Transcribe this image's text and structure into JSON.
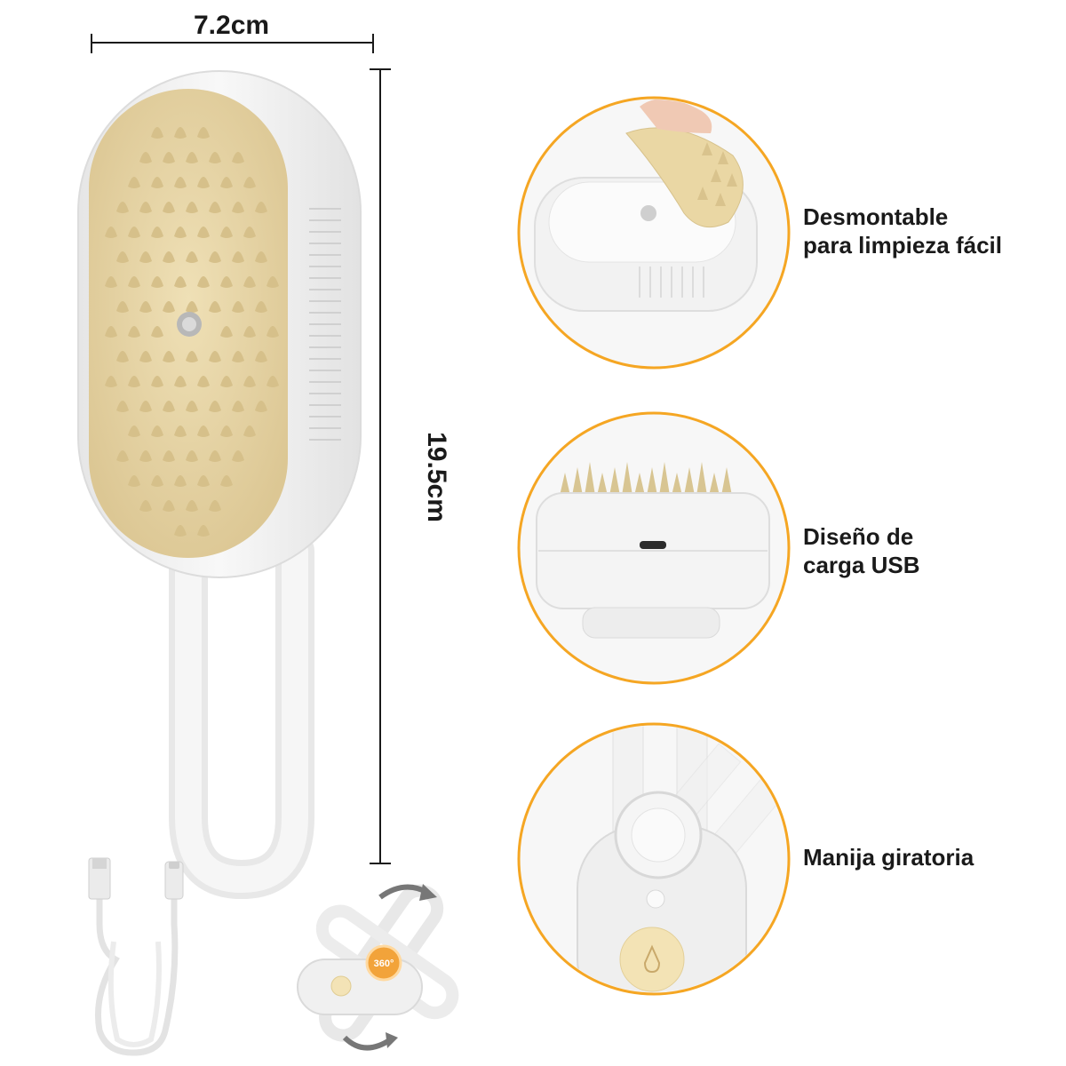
{
  "dimensions": {
    "width": "7.2cm",
    "height": "19.5cm"
  },
  "features": [
    {
      "line1": "Desmontable",
      "line2": "para limpieza fácil",
      "icon": "detachable-pad-icon"
    },
    {
      "line1": "Diseño de",
      "line2": "carga USB",
      "icon": "usb-port-icon"
    },
    {
      "line1": "Manija giratoria",
      "line2": "",
      "icon": "rotating-handle-icon"
    }
  ],
  "rotation_badge": "360°",
  "colors": {
    "accent_orange": "#f5a623",
    "pad_beige": "#e8d6a8",
    "body_white": "#f2f2f2",
    "dim_line": "#1a1a1a",
    "circle_fill": "#f7f7f7"
  }
}
